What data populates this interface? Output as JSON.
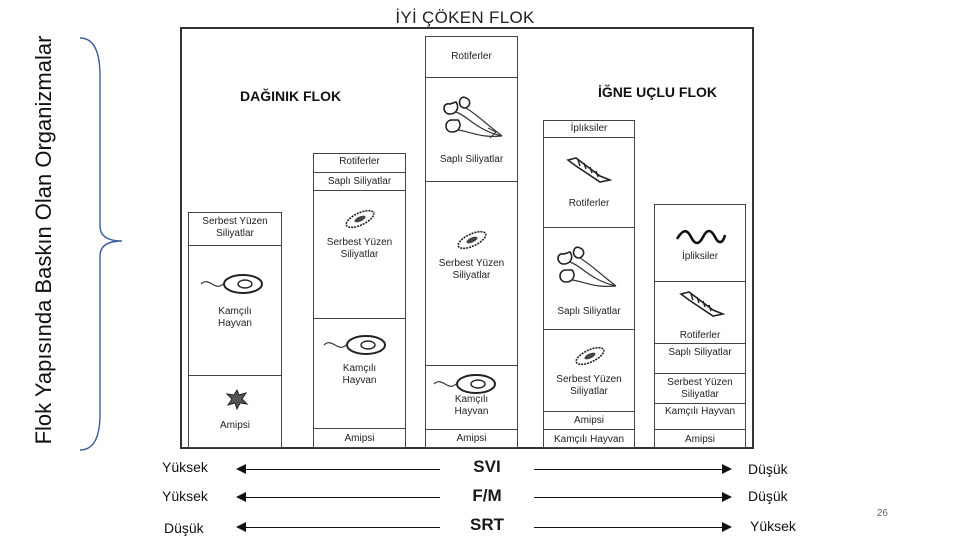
{
  "title": "İYİ ÇÖKEN FLOK",
  "vertical_label": "Flok Yapısında Baskın Olan Organizmalar",
  "groups": {
    "dispersed": "DAĞINIK FLOK",
    "needle": "İĞNE UÇLU FLOK"
  },
  "columns": [
    {
      "cells": [
        {
          "label": "Serbest Yüzen Siliyatlar"
        },
        {
          "label": "Kamçılı Hayvan",
          "icon": "flagellate-icon"
        },
        {
          "label": "Amipsi",
          "icon": "amoeba-icon"
        }
      ]
    },
    {
      "cells": [
        {
          "label": "Rotiferler"
        },
        {
          "label": "Saplı Siliyatlar"
        },
        {
          "label": "Serbest Yüzen Siliyatlar",
          "icon": "ciliate-icon"
        },
        {
          "label": "Kamçılı Hayvan",
          "icon": "flagellate-icon"
        },
        {
          "label": "Amipsi"
        }
      ]
    },
    {
      "cells": [
        {
          "label": "Rotiferler"
        },
        {
          "label": "Saplı Siliyatlar",
          "icon": "stalked-ciliate-icon"
        },
        {
          "label": "Serbest Yüzen Siliyatlar",
          "icon": "ciliate-icon"
        },
        {
          "label": "Kamçılı Hayvan",
          "icon": "flagellate-icon"
        },
        {
          "label": "Amipsi"
        }
      ]
    },
    {
      "cells": [
        {
          "label": "İplıksiler"
        },
        {
          "label": "Rotiferler",
          "icon": "rotifer-icon"
        },
        {
          "label": "Saplı Siliyatlar",
          "icon": "stalked-ciliate-icon"
        },
        {
          "label": "Serbest Yüzen Siliyatlar",
          "icon": "ciliate-icon"
        },
        {
          "label": "Amipsi"
        },
        {
          "label": "Kamçılı Hayvan"
        }
      ]
    },
    {
      "cells": [
        {
          "label": "İpliksiler",
          "icon": "filament-icon"
        },
        {
          "label": "Rotiferler",
          "icon": "rotifer-icon"
        },
        {
          "label": "Saplı Siliyatlar"
        },
        {
          "label": "Serbest Yüzen Siliyatlar"
        },
        {
          "label": "Kamçılı Hayvan"
        },
        {
          "label": "Amipsi"
        }
      ]
    }
  ],
  "arrows": [
    {
      "left": "Yüksek",
      "center": "SVI",
      "right": "Düşük"
    },
    {
      "left": "Yüksek",
      "center": "F/M",
      "right": "Düşük"
    },
    {
      "left": "Düşük",
      "center": "SRT",
      "right": "Yüksek"
    }
  ],
  "page_number": "26"
}
